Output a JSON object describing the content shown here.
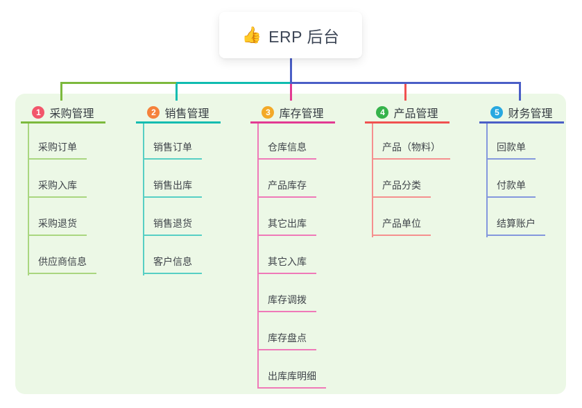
{
  "root": {
    "icon": "👍",
    "label": "ERP 后台"
  },
  "branches": [
    {
      "num": "1",
      "label": "采购管理",
      "badge_color": "#f2566b",
      "line_color": "#7cb93d",
      "child_line_color": "#a9d67f",
      "children": [
        "采购订单",
        "采购入库",
        "采购退货",
        "供应商信息"
      ]
    },
    {
      "num": "2",
      "label": "销售管理",
      "badge_color": "#f5823b",
      "line_color": "#10bcb0",
      "child_line_color": "#56cfc4",
      "children": [
        "销售订单",
        "销售出库",
        "销售退货",
        "客户信息"
      ]
    },
    {
      "num": "3",
      "label": "库存管理",
      "badge_color": "#f3a928",
      "line_color": "#e23a92",
      "child_line_color": "#ef79b8",
      "children": [
        "仓库信息",
        "产品库存",
        "其它出库",
        "其它入库",
        "库存调拨",
        "库存盘点",
        "出库库明细"
      ]
    },
    {
      "num": "4",
      "label": "产品管理",
      "badge_color": "#36b34b",
      "line_color": "#f05150",
      "child_line_color": "#f58f8e",
      "children": [
        "产品（物料）",
        "产品分类",
        "产品单位"
      ]
    },
    {
      "num": "5",
      "label": "财务管理",
      "badge_color": "#28a8e0",
      "line_color": "#4a5ec6",
      "child_line_color": "#8397dd",
      "children": [
        "回款单",
        "付款单",
        "结算账户"
      ]
    }
  ],
  "colors": {
    "panel_bg": "#ecf8e6",
    "root_text": "#3d4656",
    "header_text": "#363c42",
    "child_text": "#3f444a"
  }
}
